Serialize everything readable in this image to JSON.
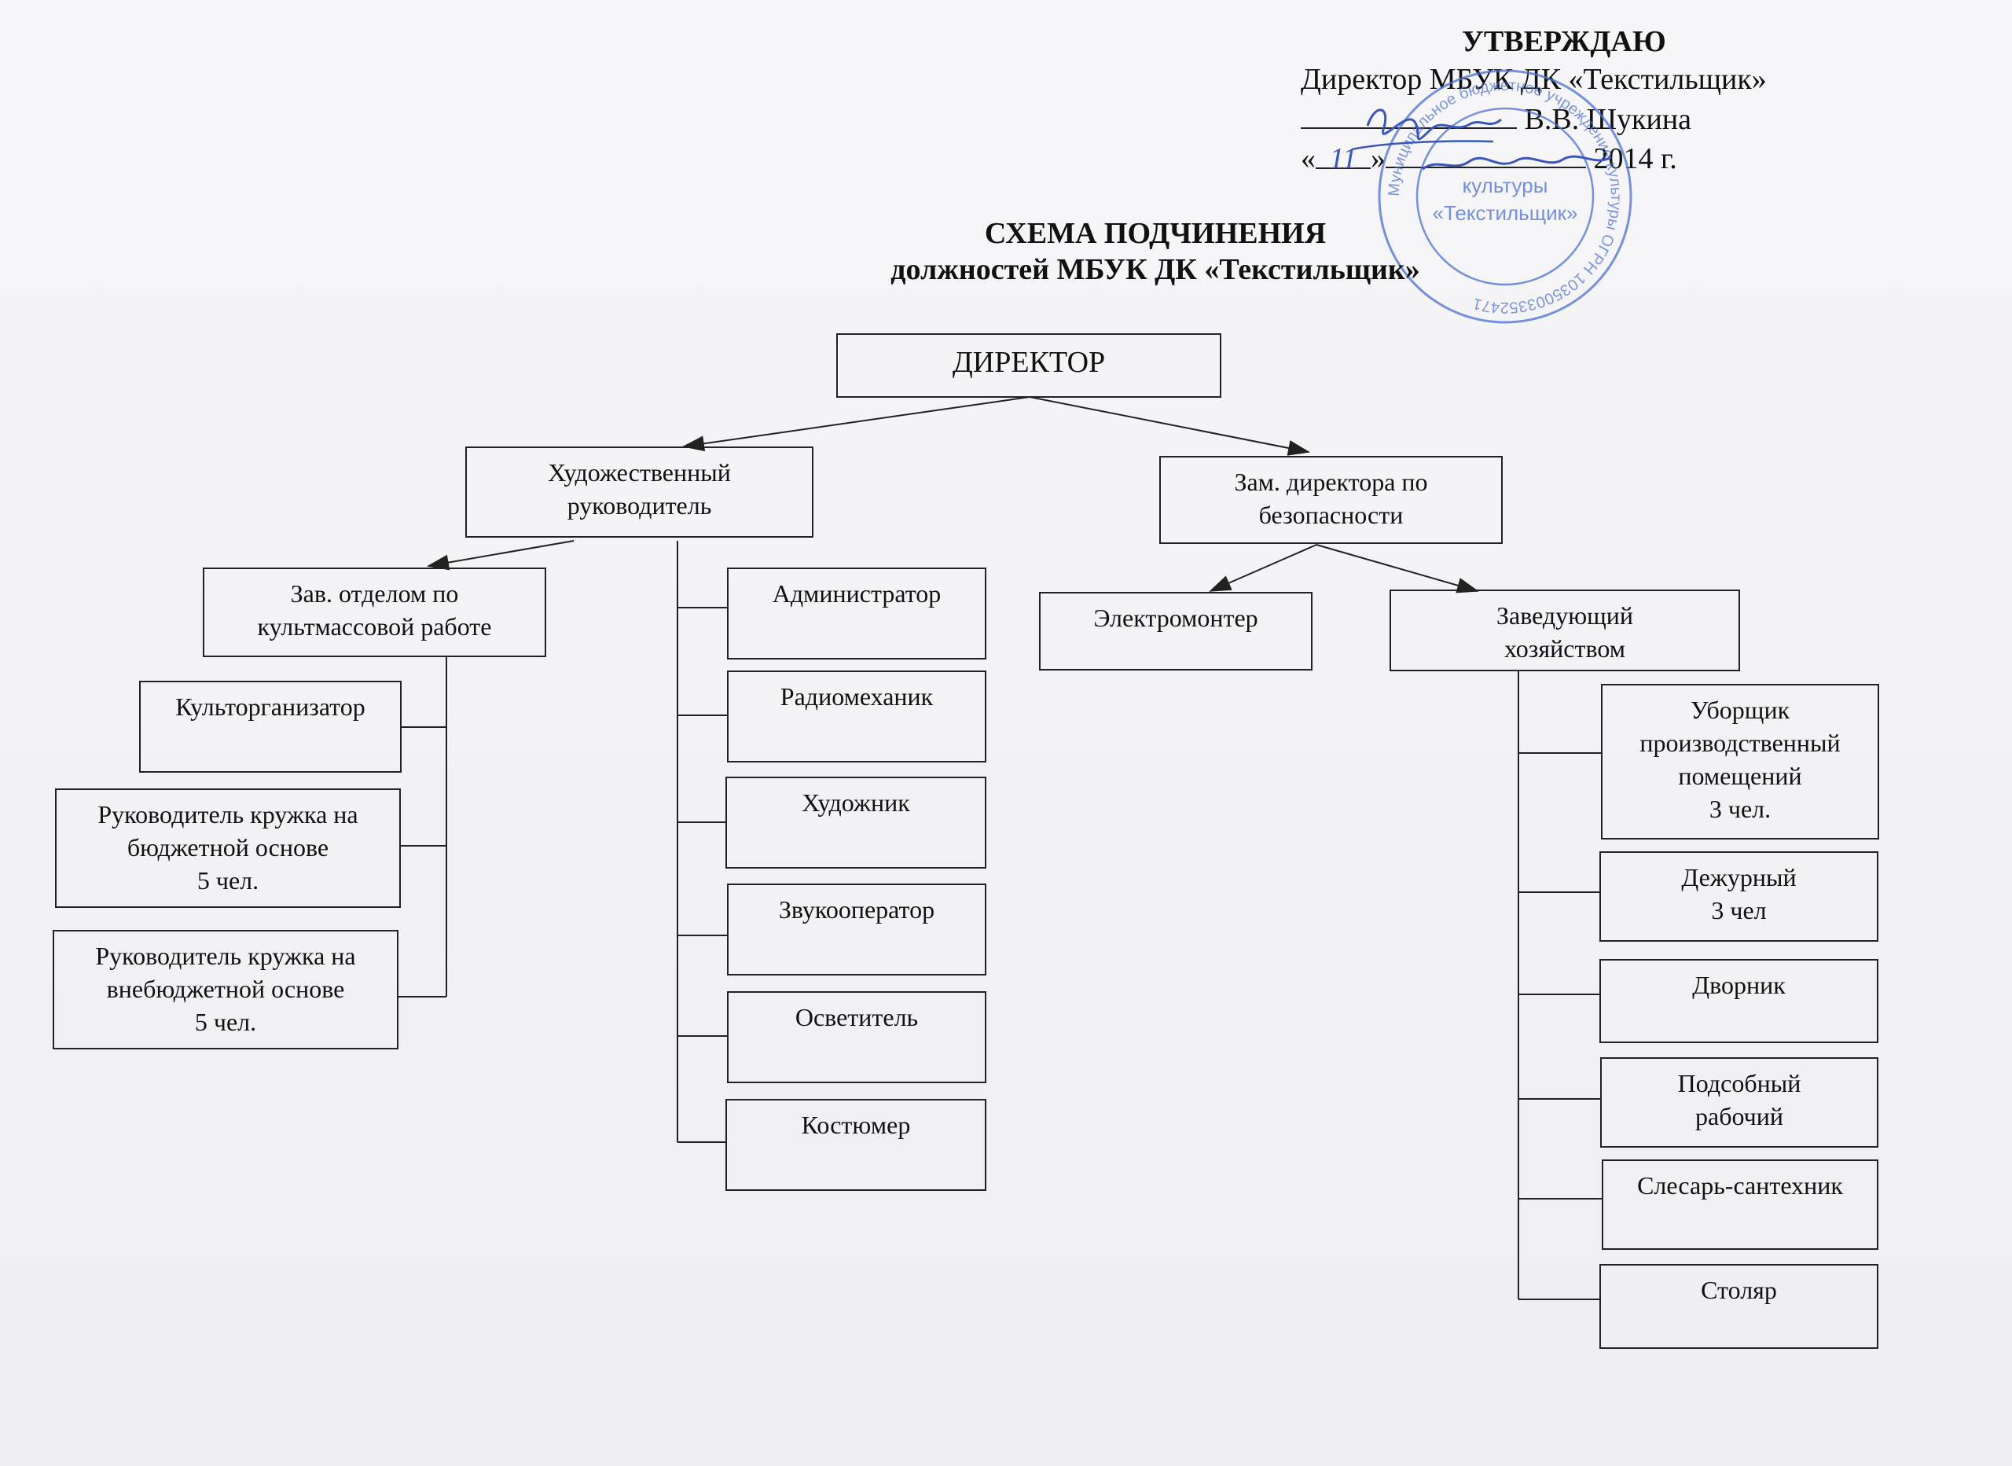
{
  "approval": {
    "heading": "УТВЕРЖДАЮ",
    "line1": "Директор МБУК ДК «Текстильщик»",
    "signer": "В.В. Шукина",
    "date_open": "«",
    "date_day": "11",
    "date_close": "»",
    "date_year": "2014 г."
  },
  "title": {
    "main": "СХЕМА ПОДЧИНЕНИЯ",
    "sub": "должностей МБУК ДК «Текстильщик»"
  },
  "boxes": {
    "director": "ДИРЕКТОР",
    "art_director": "Художественный\nруководитель",
    "deputy_security": "Зам. директора по\nбезопасности",
    "head_mass_work": "Зав. отделом по\nкультмассовой работе",
    "administrator": "Администратор",
    "radio_mechanic": "Радиомеханик",
    "artist": "Художник",
    "sound_operator": "Звукооператор",
    "lighting": "Осветитель",
    "costumer": "Костюмер",
    "culture_organizer": "Культорганизатор",
    "club_leader_budget": "Руководитель кружка на\nбюджетной основе\n5 чел.",
    "club_leader_nonbudget": "Руководитель кружка на\nвнебюджетной основе\n5 чел.",
    "electrician": "Электромонтер",
    "household_head": "Заведующий\nхозяйством",
    "cleaner": "Уборщик\nпроизводственный\nпомещений\n3 чел.",
    "duty": "Дежурный\n3 чел",
    "janitor": "Дворник",
    "helper": "Подсобный\nрабочий",
    "plumber": "Слесарь-сантехник",
    "carpenter": "Столяр"
  },
  "stamp": {
    "center_top": "культуры",
    "center_bottom": "«Текстильщик»",
    "ring_text": "Муниципальное бюджетное учреждение культуры ОГРН 1035003352471",
    "color": "#4a6fd0"
  },
  "signature_color": "#3a56b8"
}
